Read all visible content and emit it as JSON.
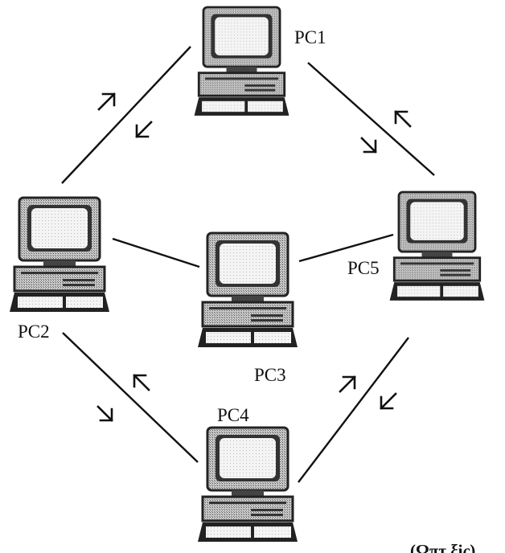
{
  "title": "",
  "nodes": [
    {
      "id": "pc1",
      "label": "PC1"
    },
    {
      "id": "pc2",
      "label": "PC2"
    },
    {
      "id": "pc3",
      "label": "PC3"
    },
    {
      "id": "pc4",
      "label": "PC4"
    },
    {
      "id": "pc5",
      "label": "PC5"
    }
  ],
  "links": [
    {
      "from": "pc1",
      "to": "pc2",
      "bidirectional": true
    },
    {
      "from": "pc1",
      "to": "pc5",
      "bidirectional": true
    },
    {
      "from": "pc2",
      "to": "pc3",
      "bidirectional": false
    },
    {
      "from": "pc3",
      "to": "pc5",
      "bidirectional": false
    },
    {
      "from": "pc2",
      "to": "pc4",
      "bidirectional": true
    },
    {
      "from": "pc4",
      "to": "pc5",
      "bidirectional": true
    }
  ],
  "caption": "(Ωπτ.ξiς)",
  "colors": {
    "ink": "#111111",
    "screen": "#eeeeee",
    "case": "#9a9a9a"
  },
  "icon": "desktop-computer-icon"
}
